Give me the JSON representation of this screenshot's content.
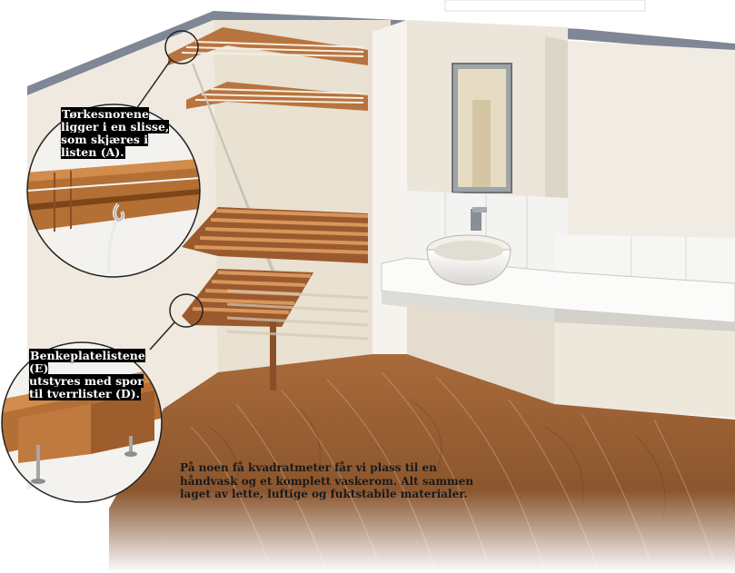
{
  "callouts": {
    "drying_lines": "Tørkesnorene\nligger i en slisse,\nsom skjæres i\nlisten (A).",
    "bench_strips": "Benkeplatelistene (E)\nutstyres med spor\ntil tverrlister (D)."
  },
  "caption": "På noen få kvadratmeter får vi plass til en\nhåndvask og et komplett vaskerom. Alt sammen\nlaget av lette, luftige og fuktstabile materialer.",
  "colors": {
    "wall": "#f1ece3",
    "wall_shade": "#e2dccf",
    "floor": "#9b6237",
    "wood": "#b8743f",
    "tile": "#f7f7f5"
  }
}
